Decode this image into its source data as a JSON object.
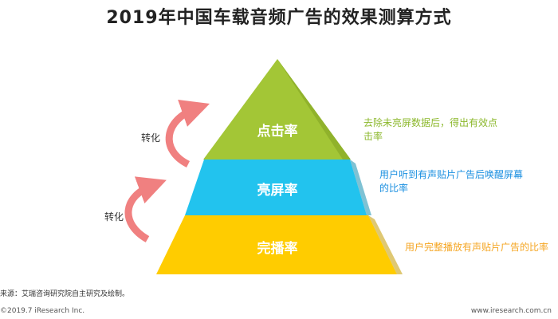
{
  "title": "2019年中国车载音频广告的效果测算方式",
  "pyramid": {
    "tiers": [
      {
        "label": "点击率",
        "color": "#a3c636",
        "description": "去除未亮屏数据后，得出有效点击率",
        "description_color": "#8cb82c"
      },
      {
        "label": "亮屏率",
        "color": "#22c3ee",
        "description": "用户听到有声贴片广告后唤醒屏幕的比率",
        "description_color": "#1a8fe0"
      },
      {
        "label": "完播率",
        "color": "#ffcc00",
        "description": "用户完整播放有声贴片广告的比率",
        "description_color": "#f5a623"
      }
    ]
  },
  "conversion_label": "转化",
  "arrow_color": "#f08080",
  "source_note": "来源：艾瑞咨询研究院自主研究及绘制。",
  "footer": {
    "copyright": "©2019.7 iResearch Inc.",
    "website": "www.iresearch.com.cn"
  }
}
